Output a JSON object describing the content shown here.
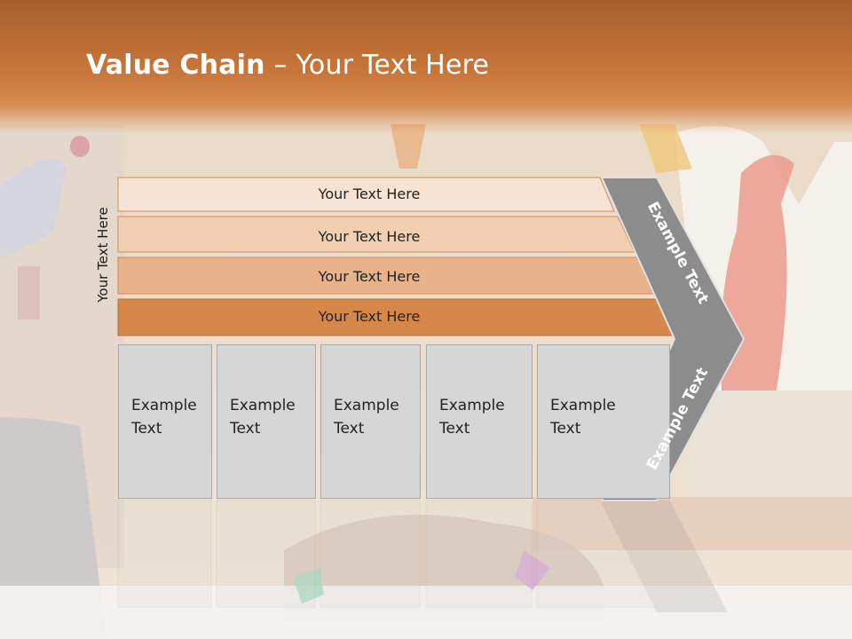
{
  "slide": {
    "title_bold": "Value Chain",
    "title_rest": " – Your Text Here",
    "side_label": "Your Text Here"
  },
  "bands": [
    {
      "label": "Your Text Here",
      "color": "#f7e3d4"
    },
    {
      "label": "Your Text Here",
      "color": "#f0cfb3"
    },
    {
      "label": "Your Text Here",
      "color": "#e8b28a"
    },
    {
      "label": "Your Text Here",
      "color": "#d8874b"
    }
  ],
  "boxes": [
    {
      "line1": "Example",
      "line2": "Text"
    },
    {
      "line1": "Example",
      "line2": "Text"
    },
    {
      "line1": "Example",
      "line2": "Text"
    },
    {
      "line1": "Example",
      "line2": "Text"
    },
    {
      "line1": "Example",
      "line2": "Text"
    }
  ],
  "arrow": {
    "upper_text": "Example Text",
    "lower_text": "Example Text",
    "color": "#8c8c8c"
  },
  "colors": {
    "header": "#c9763a",
    "box_fill": "#d6d6d6",
    "box_border": "#a9a9a9"
  }
}
